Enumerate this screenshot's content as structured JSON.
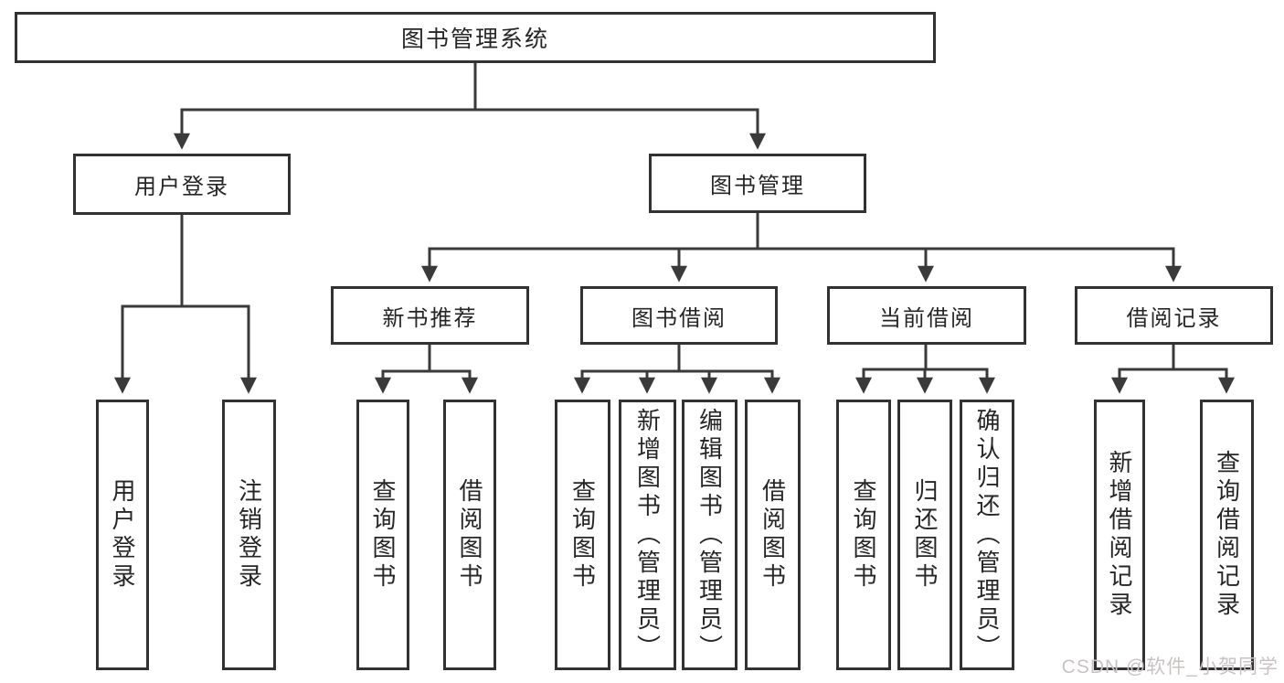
{
  "diagram": {
    "type": "hierarchy-tree",
    "title": "图书管理系统",
    "colors": {
      "line": "#3a3a3a",
      "box_border": "#323232",
      "box_fill": "#ffffff",
      "text": "#262626",
      "background": "#ffffff",
      "watermark": "#c9c2c2"
    },
    "hierarchy": {
      "图书管理系统": [
        "用户登录",
        "图书管理"
      ],
      "用户登录": [
        "用户登录",
        "注销登录"
      ],
      "图书管理": [
        "新书推荐",
        "图书借阅",
        "当前借阅",
        "借阅记录"
      ],
      "新书推荐": [
        "查询图书",
        "借阅图书"
      ],
      "图书借阅": [
        "查询图书",
        "新增图书（管理员）",
        "编辑图书（管理员）",
        "借阅图书"
      ],
      "当前借阅": [
        "查询图书",
        "归还图书",
        "确认归还（管理员）"
      ],
      "借阅记录": [
        "新增借阅记录",
        "查询借阅记录"
      ]
    }
  },
  "nodes": {
    "root": {
      "label": "图书管理系统"
    },
    "user_login": {
      "label": "用户登录"
    },
    "book_mgmt": {
      "label": "图书管理"
    },
    "new_book_rec": {
      "label": "新书推荐"
    },
    "book_borrow": {
      "label": "图书借阅"
    },
    "current_borrow": {
      "label": "当前借阅"
    },
    "borrow_record": {
      "label": "借阅记录"
    },
    "leaf_user_login": {
      "label": "用户登录"
    },
    "leaf_logout": {
      "label": "注销登录"
    },
    "leaf_rec_query": {
      "label": "查询图书"
    },
    "leaf_rec_borrow": {
      "label": "借阅图书"
    },
    "leaf_bb_query": {
      "label": "查询图书"
    },
    "leaf_bb_add": {
      "label": "新增图书（管理员）"
    },
    "leaf_bb_edit": {
      "label": "编辑图书（管理员）"
    },
    "leaf_bb_borrow": {
      "label": "借阅图书"
    },
    "leaf_cb_query": {
      "label": "查询图书"
    },
    "leaf_cb_return": {
      "label": "归还图书"
    },
    "leaf_cb_confirm": {
      "label": "确认归还（管理员）"
    },
    "leaf_br_add": {
      "label": "新增借阅记录"
    },
    "leaf_br_query": {
      "label": "查询借阅记录"
    }
  },
  "watermark": {
    "text": "CSDN @软件_小贺同学"
  }
}
